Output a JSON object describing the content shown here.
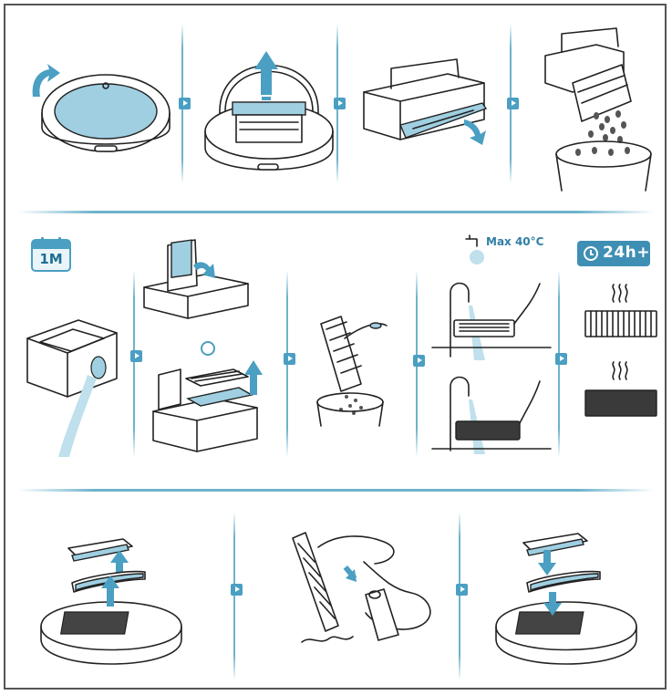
{
  "section_badges": {
    "monthly_label": "1M",
    "drying_label": "24h+",
    "water_temp_label": "Max 40°C"
  },
  "icons": {
    "next_step": "triangle-right-icon",
    "calendar": "calendar-icon",
    "clock": "clock-icon",
    "faucet": "faucet-icon",
    "drying_steam": "steam-icon",
    "direction": "arrow-icon"
  },
  "colors": {
    "accent": "#4a9fc2",
    "accent_light": "#9fcfe1",
    "frame": "#555555"
  },
  "row_count": 3
}
